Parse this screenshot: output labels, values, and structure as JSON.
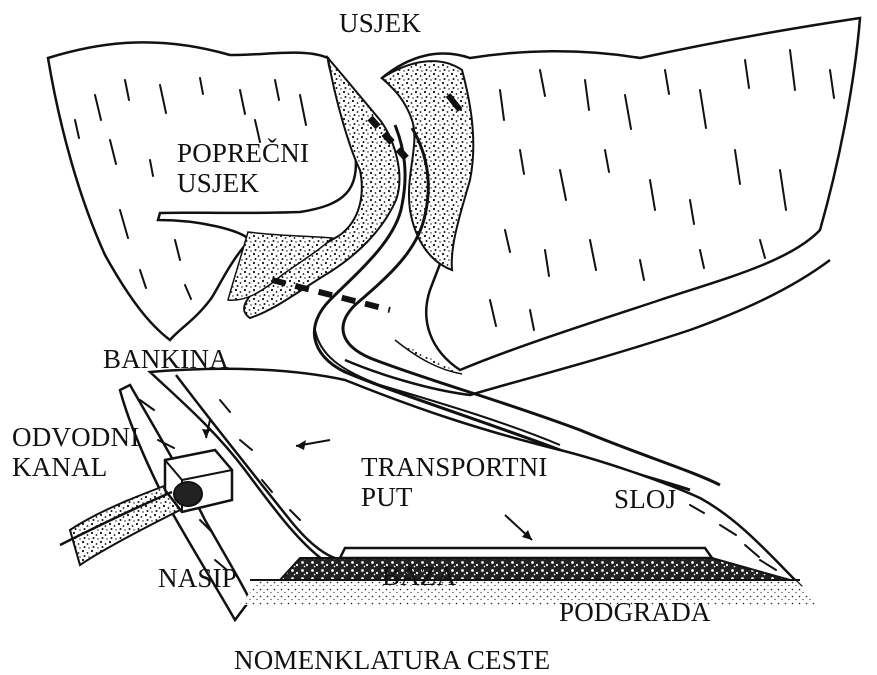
{
  "labels": {
    "usjek": "USJEK",
    "poprecni_line1": "POPREČNI",
    "poprecni_line2": "USJEK",
    "bankina": "BANKINA",
    "odvodni_line1": "ODVODNI",
    "odvodni_line2": "KANAL",
    "transport_line1": "TRANSPORTNI",
    "transport_line2": "PUT",
    "sloj": "SLOJ",
    "nasip": "NASIP",
    "baza": "BAZA",
    "podgrada": "PODGRADA"
  },
  "caption": "NOMENKLATURA CESTE",
  "colors": {
    "ink": "#111111",
    "background": "#ffffff"
  }
}
